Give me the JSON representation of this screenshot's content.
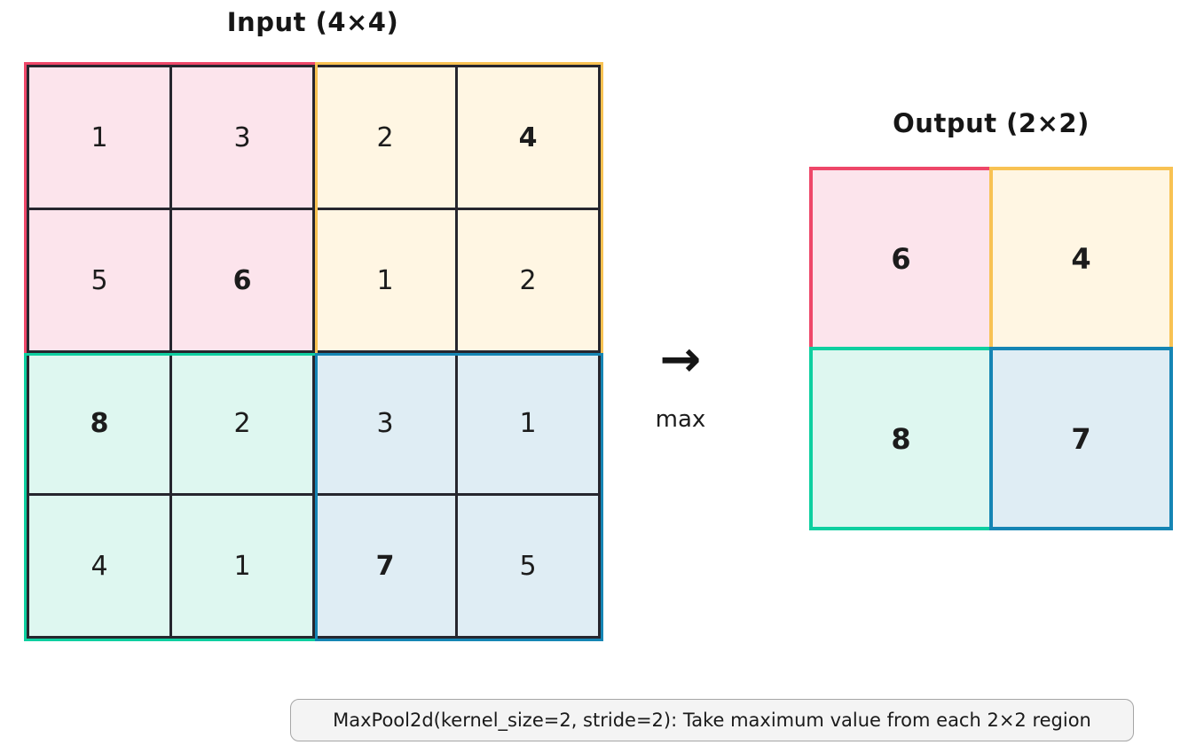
{
  "input": {
    "title": "Input (4×4)",
    "values": [
      [
        1,
        3,
        2,
        4
      ],
      [
        5,
        6,
        1,
        2
      ],
      [
        8,
        2,
        3,
        1
      ],
      [
        4,
        1,
        7,
        5
      ]
    ],
    "bold": [
      [
        0,
        0,
        0,
        1
      ],
      [
        0,
        1,
        0,
        0
      ],
      [
        1,
        0,
        0,
        0
      ],
      [
        0,
        0,
        1,
        0
      ]
    ]
  },
  "output": {
    "title": "Output (2×2)",
    "values": [
      [
        6,
        4
      ],
      [
        8,
        7
      ]
    ]
  },
  "arrow": {
    "symbol": "→",
    "label": "max"
  },
  "caption": "MaxPool2d(kernel_size=2, stride=2): Take maximum value from each 2×2 region",
  "quadrants": [
    {
      "name": "top-left",
      "fill": "#fce4ec",
      "border": "#ee4769"
    },
    {
      "name": "top-right",
      "fill": "#fff6e3",
      "border": "#f8c253"
    },
    {
      "name": "bottom-left",
      "fill": "#def7f0",
      "border": "#0ecfa0"
    },
    {
      "name": "bottom-right",
      "fill": "#dfedf4",
      "border": "#1585b4"
    }
  ],
  "colors": {
    "red": "#ee4769",
    "amber": "#f8c253",
    "emerald": "#0ecfa0",
    "blue": "#1585b4",
    "pink_fill": "#fce4ec",
    "cream_fill": "#fff6e3",
    "mint_fill": "#def7f0",
    "blue_fill": "#dfedf4",
    "cell_border": "#26262e",
    "text": "#1c1c1c"
  }
}
